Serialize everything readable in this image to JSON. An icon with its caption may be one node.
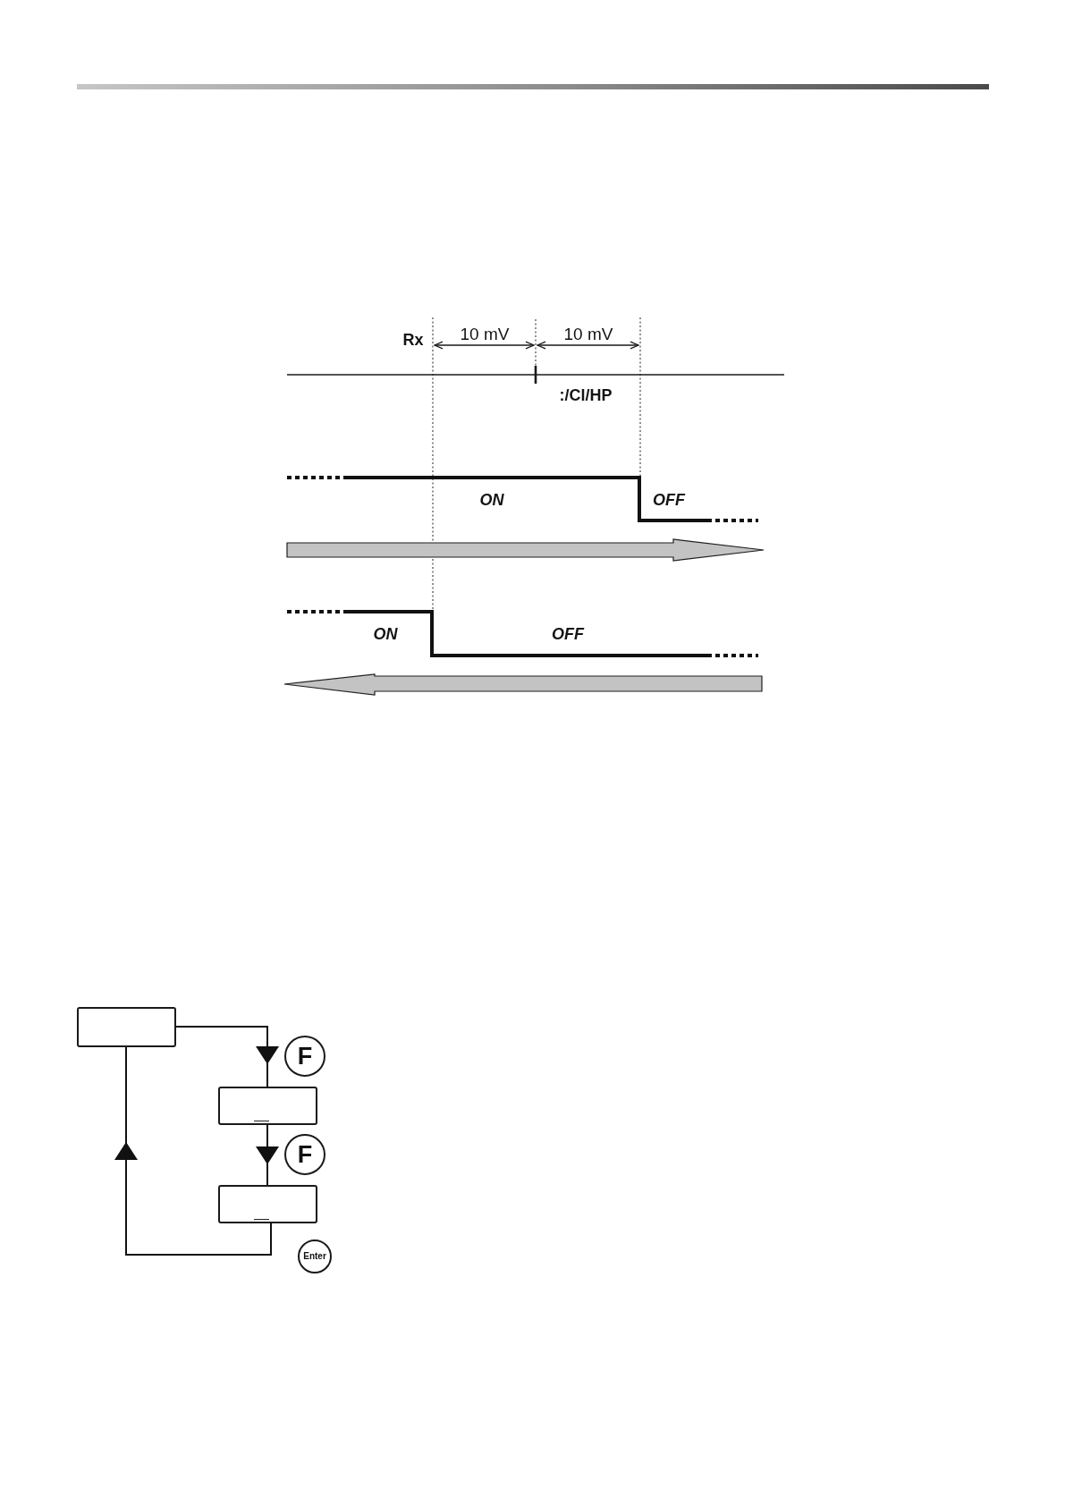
{
  "diagram": {
    "nodes": [
      {
        "text": [],
        "shape": "box"
      },
      {
        "text": [
          "F"
        ]
      },
      {
        "text": [],
        "shape": "box"
      },
      {
        "text": [
          "F"
        ]
      },
      {
        "text": [],
        "shape": "box"
      },
      {
        "text": [
          "Enter"
        ]
      }
    ],
    "edges": [
      {
        "from": 0,
        "to": 2,
        "arrow": "to"
      },
      {
        "from": 2,
        "to": 4,
        "arrow": "to"
      },
      {
        "from": 4,
        "to": 0,
        "arrow": "to"
      }
    ],
    "labels": [
      "Rx",
      "10 mV",
      "10 mV",
      ":/Cl/HP",
      "ON",
      "OFF",
      "ON",
      "OFF"
    ]
  }
}
